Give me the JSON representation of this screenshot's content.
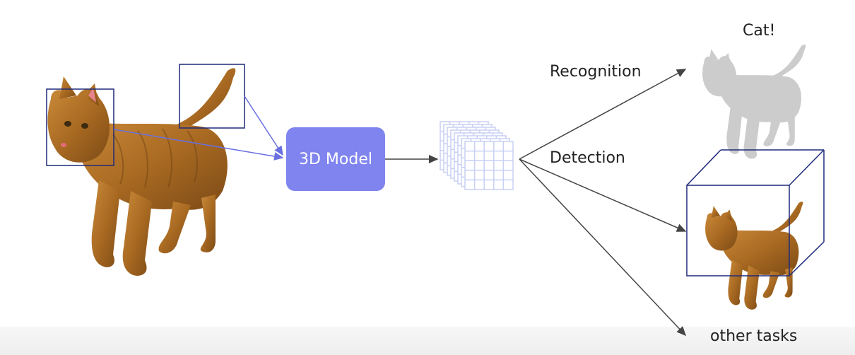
{
  "model_label": "3D Model",
  "outputs": {
    "recognition": "Recognition",
    "detection": "Detection",
    "other": "other tasks",
    "cat_result": "Cat!"
  },
  "icons": [
    "cat-3d-model-image",
    "feature-volume-icon",
    "arrow-icon",
    "bounding-cube-icon"
  ],
  "colors": {
    "model_box": "#7f84ee",
    "selection_box": "#1f2a7a",
    "arrow_line": "#444444",
    "feature_grid": "#c8d0f4",
    "cat_fur": "#b87a2c",
    "ghost_cat": "#cfcfcf"
  }
}
